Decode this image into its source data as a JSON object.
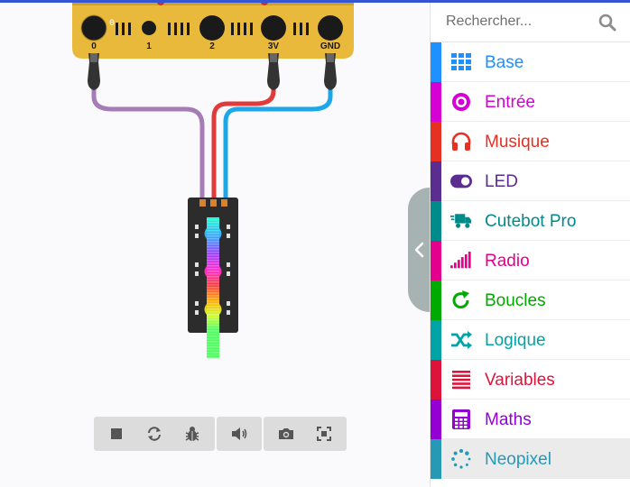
{
  "simulator": {
    "pins": [
      "0",
      "1",
      "2",
      "3V",
      "GND"
    ],
    "led_label": "0"
  },
  "toolbar": {
    "buttons": [
      "stop-icon",
      "restart-icon",
      "debug-icon",
      "sound-icon",
      "screenshot-icon",
      "fullscreen-icon"
    ]
  },
  "toolbox": {
    "search_placeholder": "Rechercher...",
    "categories": [
      {
        "label": "Base",
        "color": "#1e90ff",
        "icon": "grid-icon"
      },
      {
        "label": "Entrée",
        "color": "#d400d4",
        "icon": "target-icon"
      },
      {
        "label": "Musique",
        "color": "#e63022",
        "icon": "headphones-icon"
      },
      {
        "label": "LED",
        "color": "#5c2d91",
        "icon": "toggle-icon"
      },
      {
        "label": "Cutebot Pro",
        "color": "#008b8b",
        "icon": "truck-icon"
      },
      {
        "label": "Radio",
        "color": "#e3008c",
        "icon": "signal-bars-icon"
      },
      {
        "label": "Boucles",
        "color": "#00aa00",
        "icon": "loop-icon"
      },
      {
        "label": "Logique",
        "color": "#00a4a6",
        "icon": "shuffle-icon"
      },
      {
        "label": "Variables",
        "color": "#dc143c",
        "icon": "list-icon"
      },
      {
        "label": "Maths",
        "color": "#9400d3",
        "icon": "calculator-icon"
      },
      {
        "label": "Neopixel",
        "color": "#2699b4",
        "icon": "spinner-icon"
      }
    ]
  }
}
